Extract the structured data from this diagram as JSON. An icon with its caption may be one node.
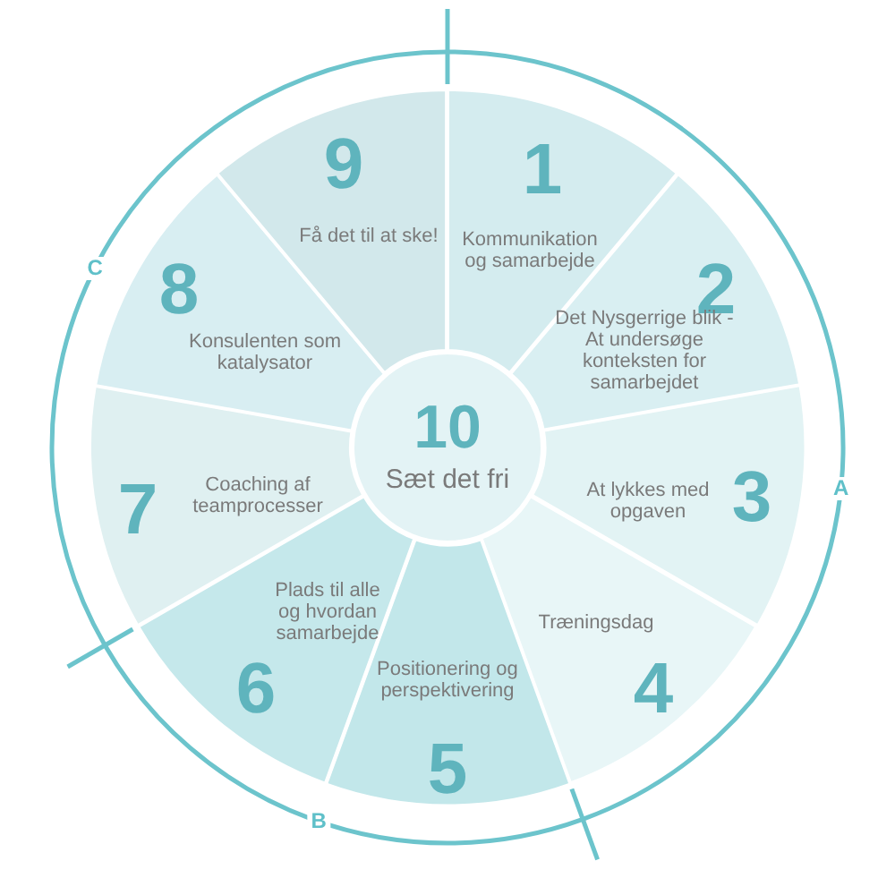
{
  "diagram": {
    "nodes": [
      {
        "text": [
          "1",
          "Kommunikation og samarbejde"
        ]
      },
      {
        "text": [
          "2",
          "Det Nysgerrige blik - At undersøge konteksten for samarbejdet"
        ]
      },
      {
        "text": [
          "At lykkes med opgaven",
          "3"
        ]
      },
      {
        "text": [
          "Træningsdag",
          "4"
        ]
      },
      {
        "text": [
          "Positionering og perspektivering",
          "5"
        ]
      },
      {
        "text": [
          "Plads til alle og hvordan samarbejde",
          "6"
        ]
      },
      {
        "text": [
          "7",
          "Coaching af teamprocesser"
        ]
      },
      {
        "text": [
          "8",
          "Konsulenten som katalysator"
        ]
      },
      {
        "text": [
          "9",
          "Få det til at ske!"
        ]
      },
      {
        "text": [
          "10",
          "Sæt det fri"
        ]
      }
    ],
    "labels": [
      "A",
      "B",
      "C"
    ]
  }
}
